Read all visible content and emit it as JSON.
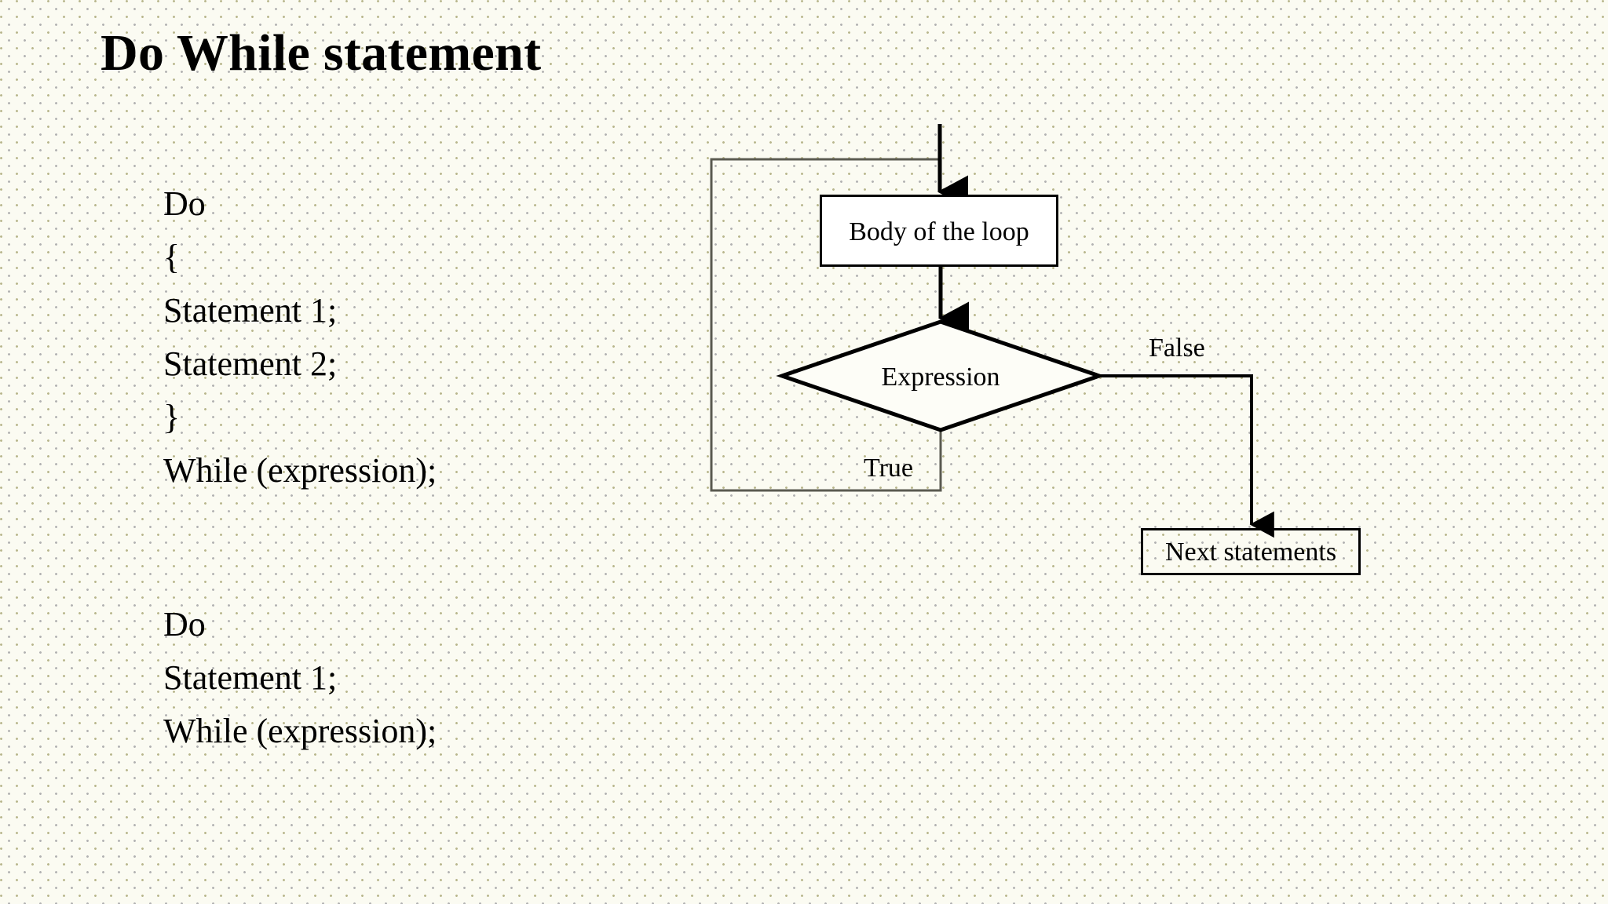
{
  "slide": {
    "title": "Do While statement",
    "background_color": "#fbfbf2",
    "dot_colors": [
      "#b9b78e",
      "#b3b3b3"
    ],
    "ink_color": "#000000"
  },
  "code_blocks": [
    {
      "id": "do-while-braces",
      "lines": [
        "Do",
        "{",
        "Statement 1;",
        "Statement 2;",
        "}",
        "While (expression);"
      ]
    },
    {
      "id": "do-while-single",
      "lines": [
        "Do",
        "Statement 1;",
        "While (expression);"
      ]
    }
  ],
  "flowchart": {
    "nodes": [
      {
        "id": "body-of-the-loop",
        "shape": "rectangle",
        "label": "Body of the loop"
      },
      {
        "id": "expression",
        "shape": "diamond",
        "label": "Expression"
      },
      {
        "id": "next-statements",
        "shape": "rectangle",
        "label": "Next statements"
      }
    ],
    "edge_labels": [
      {
        "id": "false-label",
        "label": "False"
      },
      {
        "id": "true-label",
        "label": "True"
      }
    ]
  }
}
